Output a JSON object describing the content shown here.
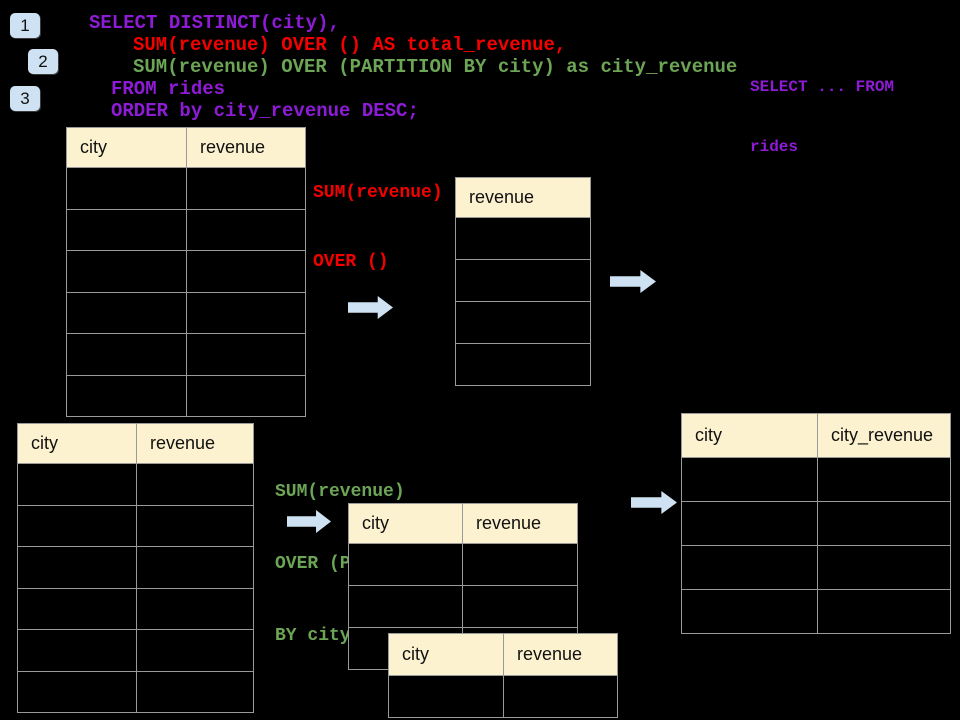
{
  "colors": {
    "background": "#000000",
    "sql_purple": "#8E1BD6",
    "sql_red": "#F40000",
    "sql_green": "#6CA556",
    "table_header_fill": "#FCF2CF",
    "table_border": "#9A9A9A",
    "arrow_fill": "#CFE2F3",
    "badge_fill": "#CFE2F3"
  },
  "badges": [
    {
      "label": "1"
    },
    {
      "label": "2"
    },
    {
      "label": "3"
    }
  ],
  "sql": {
    "line1": "SELECT DISTINCT(city),",
    "line2": "SUM(revenue) OVER () AS total_revenue,",
    "line3": "SUM(revenue) OVER (PARTITION BY city) as city_revenue",
    "line4": "FROM rides",
    "line5": "ORDER by city_revenue DESC;"
  },
  "annotations": {
    "from_note": {
      "line1": "SELECT ... FROM",
      "line2": "rides"
    },
    "total_note": {
      "line1": "SUM(revenue)",
      "line2": "OVER ()"
    },
    "partition_note": {
      "line1": "SUM(revenue)",
      "line2": "OVER (PARTITION",
      "line3": "BY city)"
    }
  },
  "tables": {
    "rides_top": {
      "headers": [
        "city",
        "revenue"
      ]
    },
    "total_result": {
      "headers": [
        "revenue"
      ]
    },
    "rides_bottom": {
      "headers": [
        "city",
        "revenue"
      ]
    },
    "partition_mid": {
      "headers": [
        "city",
        "revenue"
      ]
    },
    "partition_overlay": {
      "headers": [
        "city",
        "revenue"
      ]
    },
    "city_result": {
      "headers": [
        "city",
        "city_revenue"
      ]
    }
  }
}
